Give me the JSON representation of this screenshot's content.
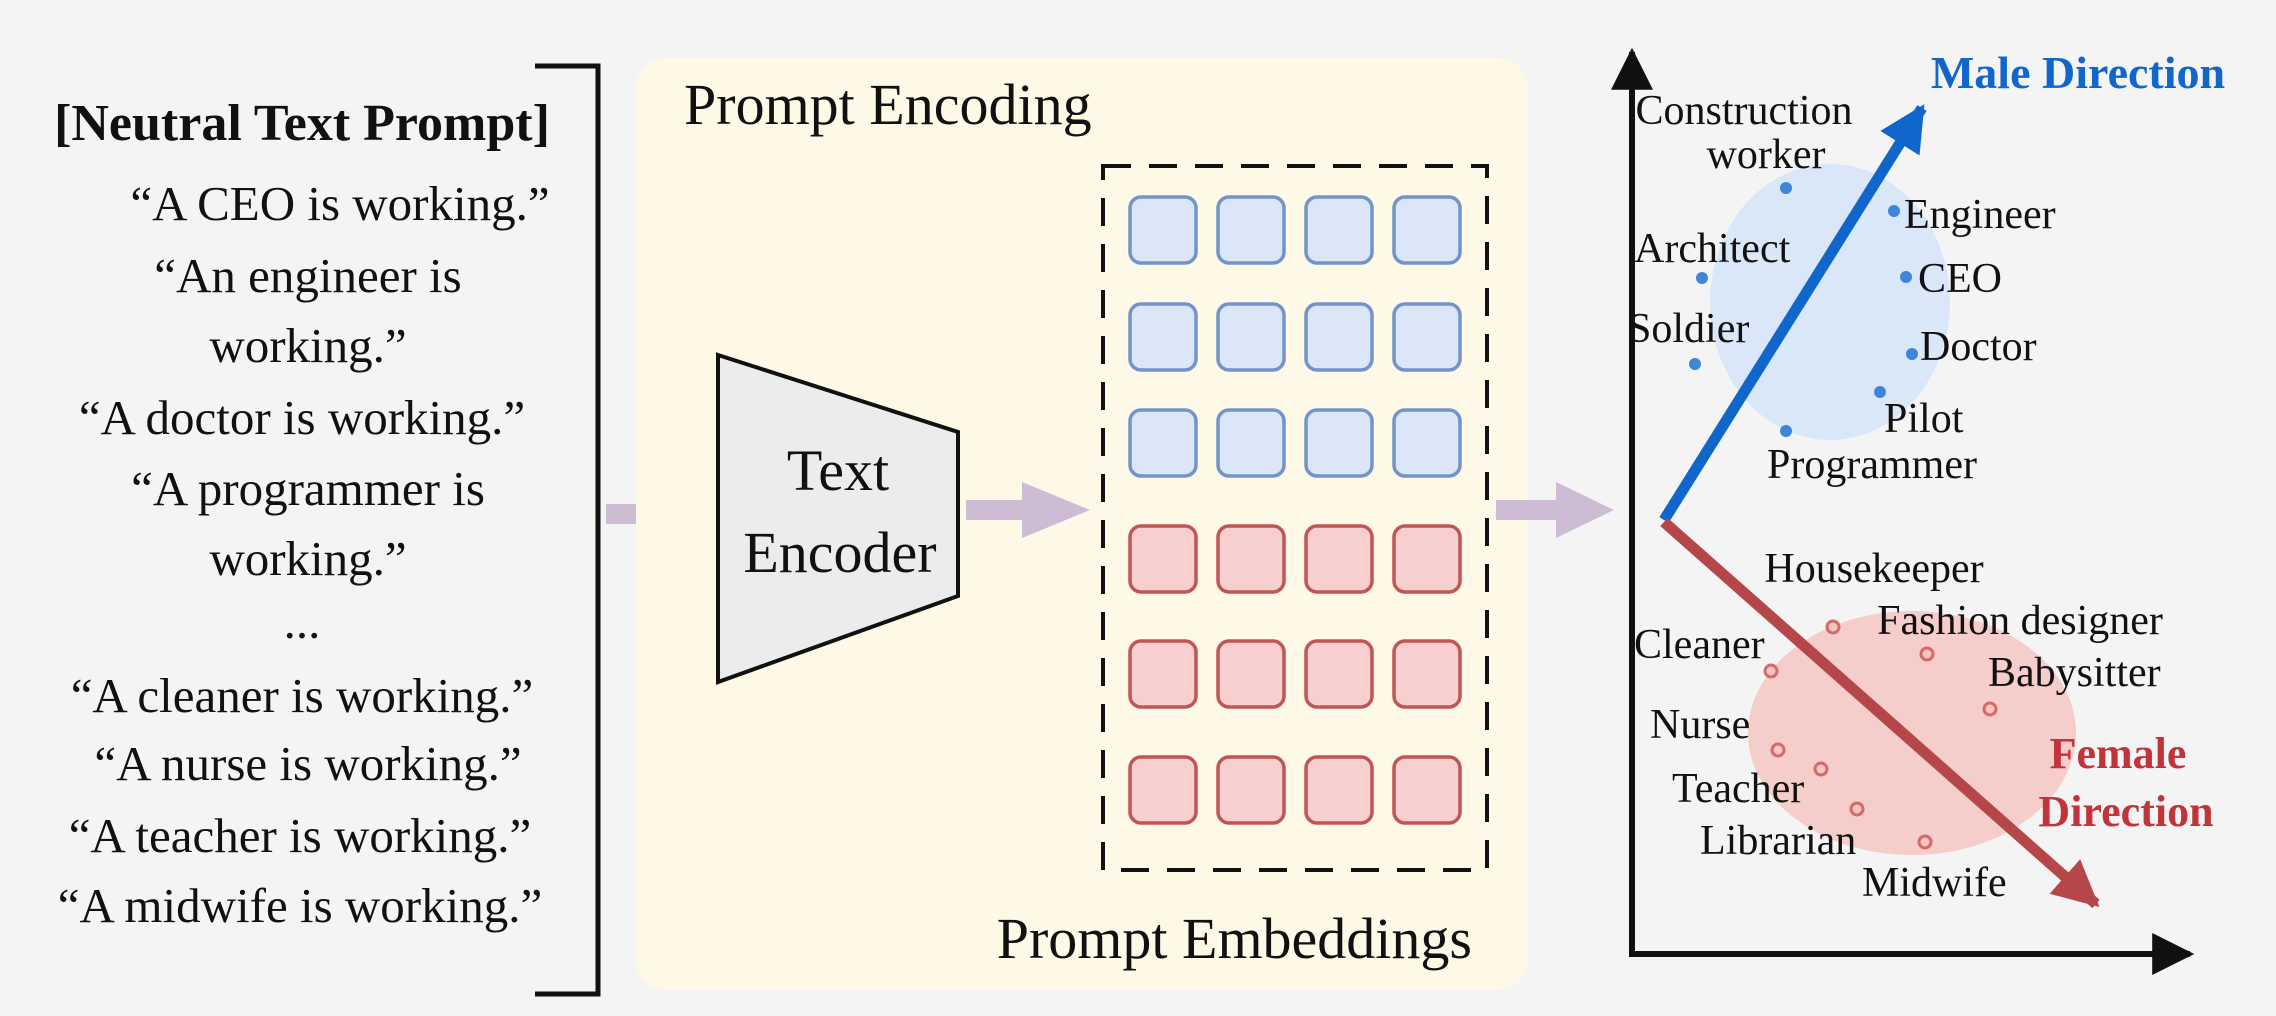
{
  "colors": {
    "background": "#f4f4f4",
    "encoding_panel_bg": "#fdf9e6",
    "male_blue": "#1166cc",
    "female_red": "#c0343a",
    "male_cell_fill": "#dbe7f8",
    "male_cell_stroke": "#7394c8",
    "female_cell_fill": "#f7cfcf",
    "female_cell_stroke": "#c05656",
    "connector_arrow": "#cdbcd4",
    "female_axis_arrow": "#b5464a",
    "encoder_fill": "#ececec"
  },
  "prompts": {
    "title": "[Neutral Text Prompt]",
    "lines": [
      "“A CEO is working.”",
      "“An engineer is",
      "working.”",
      "“A doctor is working.”",
      "“A programmer is",
      "working.”",
      "...",
      "“A cleaner is working.”",
      "“A nurse is working.”",
      "“A teacher is working.”",
      "“A midwife is working.”"
    ]
  },
  "encoding": {
    "title": "Prompt Encoding",
    "encoder_label_line1": "Text",
    "encoder_label_line2": "Encoder",
    "embeddings_label": "Prompt Embeddings",
    "male_rows": 3,
    "female_rows": 3,
    "columns": 4
  },
  "space": {
    "male_label": "Male Direction",
    "female_label_line1": "Female",
    "female_label_line2": "Direction",
    "male_cluster": {
      "labels": {
        "construction1": "Construction",
        "construction2": "worker",
        "engineer": "Engineer",
        "architect": "Architect",
        "ceo": "CEO",
        "soldier": "Soldier",
        "doctor": "Doctor",
        "pilot": "Pilot",
        "programmer": "Programmer"
      }
    },
    "female_cluster": {
      "labels": {
        "housekeeper": "Housekeeper",
        "fashion": "Fashion designer",
        "cleaner": "Cleaner",
        "babysitter": "Babysitter",
        "nurse": "Nurse",
        "teacher": "Teacher",
        "librarian": "Librarian",
        "midwife": "Midwife"
      }
    }
  }
}
